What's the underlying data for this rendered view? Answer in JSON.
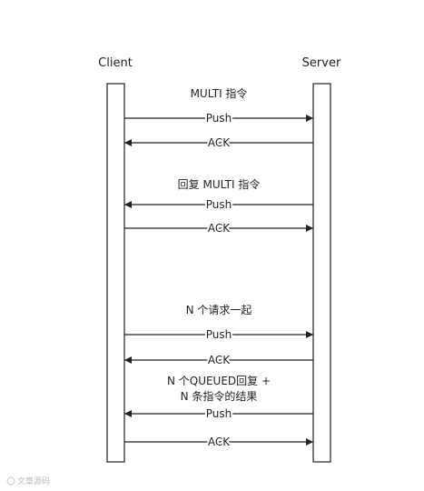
{
  "participants": {
    "client": "Client",
    "server": "Server"
  },
  "messages": [
    {
      "label": "Push",
      "direction": "right"
    },
    {
      "label": "ACK",
      "direction": "left"
    },
    {
      "label": "Push",
      "direction": "left"
    },
    {
      "label": "ACK",
      "direction": "right"
    },
    {
      "label": "Push",
      "direction": "right"
    },
    {
      "label": "ACK",
      "direction": "left"
    },
    {
      "label": "Push",
      "direction": "left"
    },
    {
      "label": "ACK",
      "direction": "right"
    }
  ],
  "notes": [
    {
      "lines": [
        "MULTI 指令"
      ]
    },
    {
      "lines": [
        "回复 MULTI 指令"
      ]
    },
    {
      "lines": [
        "N 个请求一起"
      ]
    },
    {
      "lines": [
        "N 个QUEUED回复 +",
        "N 条指令的结果"
      ]
    }
  ],
  "watermark": "文章源码",
  "colors": {
    "line": "#222222",
    "background": "#ffffff"
  }
}
